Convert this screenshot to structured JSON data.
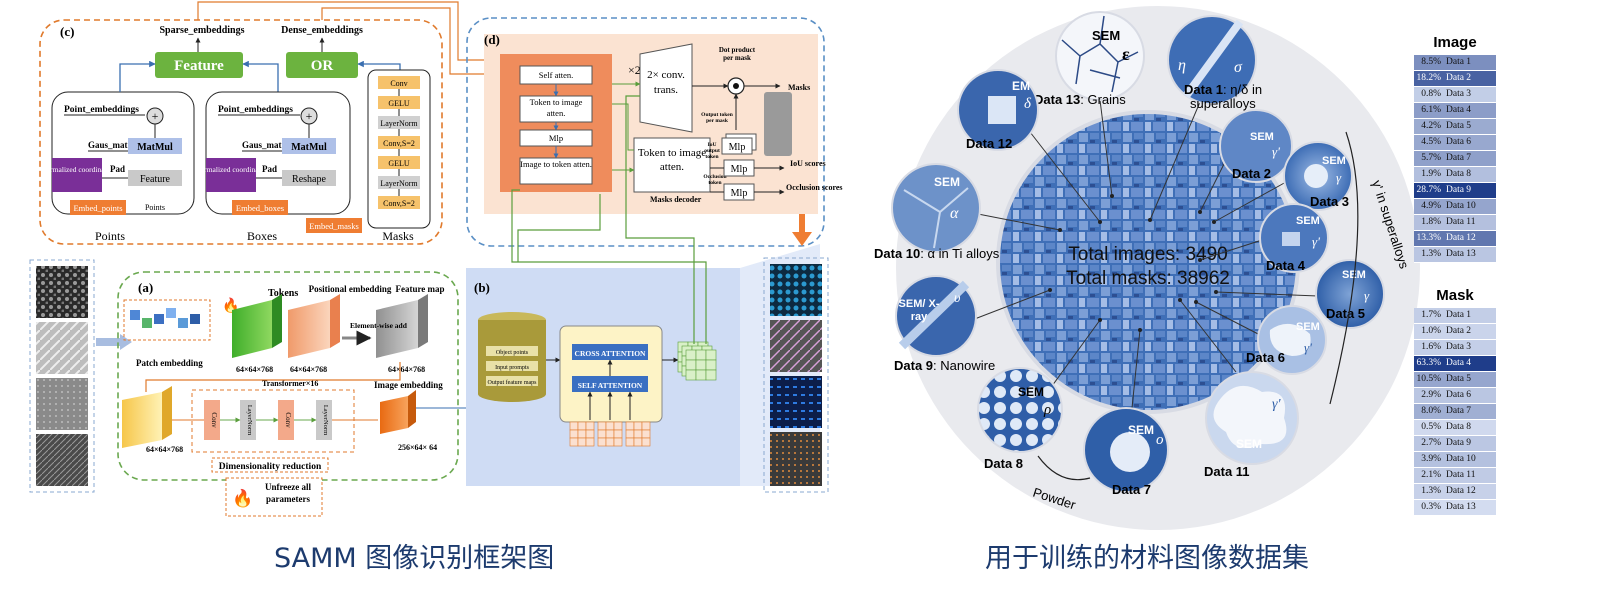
{
  "captions": {
    "left": "SAMM 图像识别框架图",
    "right": "用于训练的材料图像数据集"
  },
  "panel_c": {
    "label": "(c)",
    "sparse": "Sparse_embeddings",
    "dense": "Dense_embeddings",
    "feature": "Feature",
    "or": "OR",
    "point_emb": "Point_embeddings",
    "gaus": "Gaus_mat",
    "matmul": "MatMul",
    "normcoord": "Normalized coordinates",
    "pad": "Pad",
    "feature_box": "Feature",
    "reshape": "Reshape",
    "points_small": "Points",
    "embed_points": "Embed_points",
    "embed_boxes": "Embed_boxes",
    "embed_masks": "Embed_masks",
    "points": "Points",
    "boxes": "Boxes",
    "masks": "Masks",
    "plus": "+",
    "mask_stack": [
      "Conv",
      "GELU",
      "LayerNorm",
      "Conv,S=2",
      "GELU",
      "LayerNorm",
      "Conv,S=2"
    ]
  },
  "panel_d": {
    "label": "(d)",
    "self_atten": "Self atten.",
    "times2": "×2",
    "tok2img": "Token to image atten.",
    "mlp": "Mlp",
    "img2tok": "Image to token atten.",
    "conv_trans": "2× conv. trans.",
    "dot": "Dot product per mask",
    "masks_out": "Masks",
    "out_token": "Output token per mask",
    "iou_token": "IoU output token",
    "occ_token": "Occlusion token",
    "tok2img_big": "Token to image atten.",
    "mlp1": "Mlp",
    "mlp2": "Mlp",
    "mlp3": "Mlp",
    "iou": "IoU scores",
    "occlusion": "Occlusion scores",
    "decoder": "Masks decoder"
  },
  "panel_a": {
    "label": "(a)",
    "tokens": "Tokens",
    "positional": "Positional embedding",
    "feature_map": "Feature map",
    "patch": "Patch embedding",
    "dim1": "64×64×768",
    "dim2": "64×64×768",
    "dim3": "64×64×768",
    "dim4": "64×64×768",
    "elementwise": "Element-wise add",
    "transformer": "Transformer×16",
    "image_emb": "Image embedding",
    "dim5": "256×64× 64",
    "conv": "Conv",
    "layernorm": "LayerNorm",
    "dimred": "Dimensionality reduction",
    "unfreeze": "Unfreeze all parameters"
  },
  "panel_b": {
    "label": "(b)",
    "object_points": "Object points",
    "input_prompts": "Input prompts",
    "output_maps": "Output feature maps",
    "cross": "CROSS ATTENTION",
    "self": "SELF ATTENTION"
  },
  "dataset": {
    "total_images": "Total images: 3490",
    "total_masks": "Total masks: 38962",
    "gamma_arc": "γ' in superalloys",
    "powder": "Powder",
    "labels": {
      "d1": "Data 1",
      "d1_sub": ": η/δ in",
      "d1_sub2": "superalloys",
      "d2": "Data 2",
      "d3": "Data 3",
      "d4": "Data 4",
      "d5": "Data 5",
      "d6": "Data 6",
      "d7": "Data 7",
      "d8": "Data 8",
      "d9": "Data 9",
      "d9_sub": ":  Nanowire",
      "d10": "Data 10",
      "d10_sub": ": α in Ti alloys",
      "d11": "Data 11",
      "d12": "Data 12",
      "d13": "Data 13",
      "d13_sub": ": Grains"
    },
    "tags": {
      "sem": "SEM",
      "em": "EM",
      "semxray": "SEM/ X-ray",
      "eps": "ε",
      "eta": "η",
      "sigma": "σ",
      "delta": "δ",
      "alpha": "α",
      "gammap": "γ'",
      "gamma": "γ",
      "nu": "υ",
      "rho": "ρ",
      "omicron": "o"
    }
  },
  "image_table": {
    "title": "Image",
    "rows": [
      {
        "pct": "8.5%",
        "label": "Data 1",
        "value": 8.5
      },
      {
        "pct": "18.2%",
        "label": "Data 2",
        "value": 18.2
      },
      {
        "pct": "0.8%",
        "label": "Data 3",
        "value": 0.8
      },
      {
        "pct": "6.1%",
        "label": "Data 4",
        "value": 6.1
      },
      {
        "pct": "4.2%",
        "label": "Data 5",
        "value": 4.2
      },
      {
        "pct": "4.5%",
        "label": "Data 6",
        "value": 4.5
      },
      {
        "pct": "5.7%",
        "label": "Data 7",
        "value": 5.7
      },
      {
        "pct": "1.9%",
        "label": "Data 8",
        "value": 1.9
      },
      {
        "pct": "28.7%",
        "label": "Data 9",
        "value": 28.7
      },
      {
        "pct": "4.9%",
        "label": "Data 10",
        "value": 4.9
      },
      {
        "pct": "1.8%",
        "label": "Data 11",
        "value": 1.8
      },
      {
        "pct": "13.3%",
        "label": "Data 12",
        "value": 13.3
      },
      {
        "pct": "1.3%",
        "label": "Data 13",
        "value": 1.3
      }
    ]
  },
  "mask_table": {
    "title": "Mask",
    "rows": [
      {
        "pct": "1.7%",
        "label": "Data 1",
        "value": 1.7
      },
      {
        "pct": "1.0%",
        "label": "Data 2",
        "value": 1.0
      },
      {
        "pct": "1.6%",
        "label": "Data 3",
        "value": 1.6
      },
      {
        "pct": "63.3%",
        "label": "Data 4",
        "value": 63.3
      },
      {
        "pct": "10.5%",
        "label": "Data 5",
        "value": 10.5
      },
      {
        "pct": "2.9%",
        "label": "Data 6",
        "value": 2.9
      },
      {
        "pct": "8.0%",
        "label": "Data 7",
        "value": 8.0
      },
      {
        "pct": "0.5%",
        "label": "Data 8",
        "value": 0.5
      },
      {
        "pct": "2.7%",
        "label": "Data 9",
        "value": 2.7
      },
      {
        "pct": "3.9%",
        "label": "Data 10",
        "value": 3.9
      },
      {
        "pct": "2.1%",
        "label": "Data 11",
        "value": 2.1
      },
      {
        "pct": "1.3%",
        "label": "Data 12",
        "value": 1.3
      },
      {
        "pct": "0.3%",
        "label": "Data 13",
        "value": 0.3
      }
    ]
  },
  "colors": {
    "orange_dash": "#e07a2c",
    "green_dash": "#6aa84f",
    "blue_dash": "#5a8fc5",
    "feature_green": "#6cb33f",
    "matmul": "#aec0e8",
    "purple": "#7a2f98",
    "embed_orange": "#ef7d32",
    "table_light": "#dde5f6",
    "table_dark": "#1f3d8a"
  }
}
